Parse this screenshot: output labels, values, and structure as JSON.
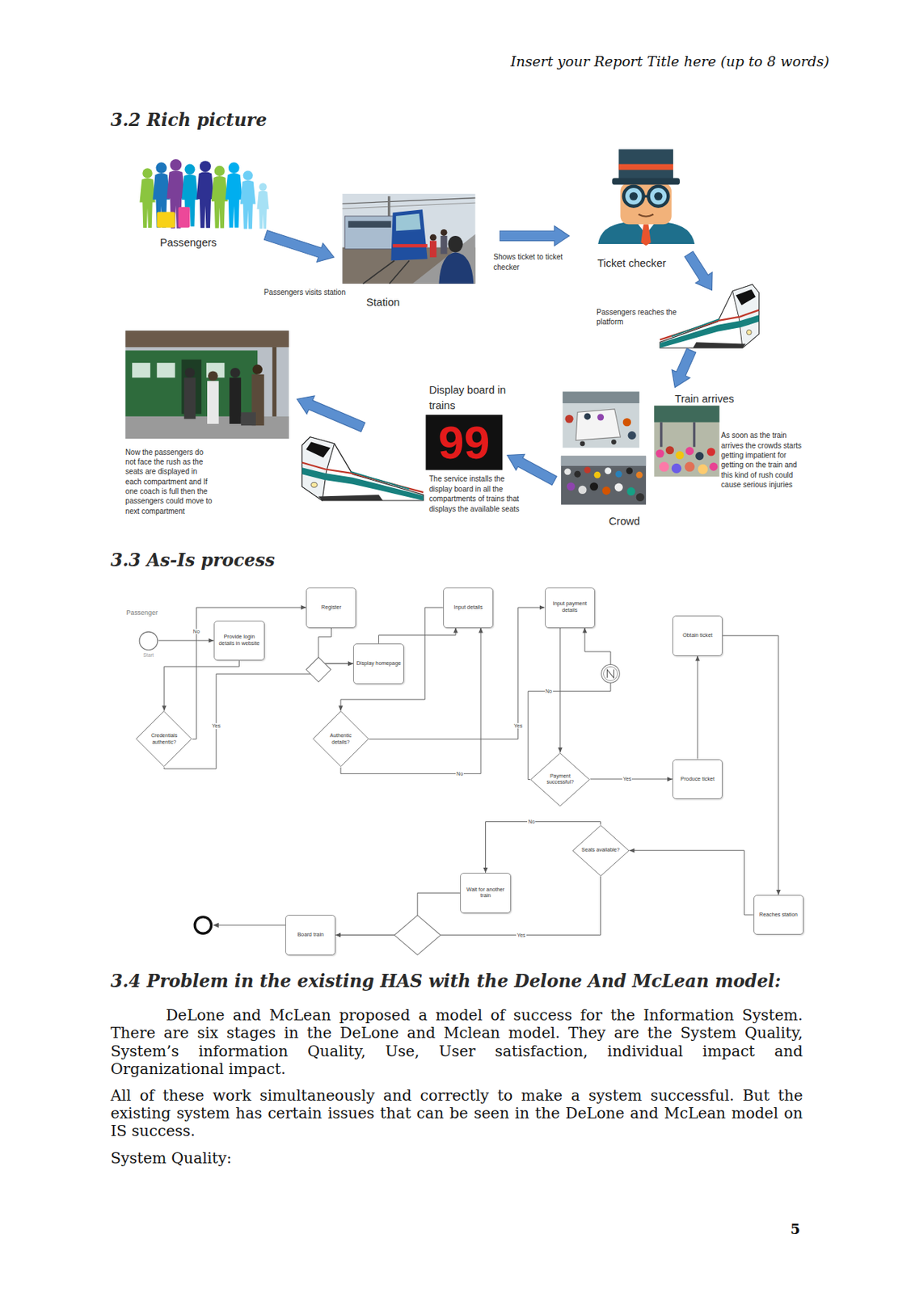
{
  "diagram": {
    "nodes": [
      {
        "text": [
          "Start"
        ]
      },
      {
        "text": [
          "Provide login details in website"
        ]
      },
      {
        "text": [
          "Register"
        ]
      },
      {
        "text": [
          "Input details"
        ]
      },
      {
        "text": [
          "Display homepage"
        ]
      },
      {
        "text": [
          "Input payment details"
        ]
      },
      {
        "text": [
          "Obtain ticket"
        ]
      },
      {
        "text": [
          "Credentials authentic?"
        ]
      },
      {
        "text": [
          "Authentic details?"
        ]
      },
      {
        "text": [
          "Payment successful?"
        ]
      },
      {
        "text": [
          "Produce ticket"
        ]
      },
      {
        "text": [
          "Seats available?"
        ]
      },
      {
        "text": [
          "Wait for another train"
        ]
      },
      {
        "text": [
          "Reaches station"
        ]
      },
      {
        "text": [
          "Board train"
        ]
      }
    ],
    "edges": [
      {
        "from": 0,
        "to": 1,
        "arrow": "to"
      },
      {
        "from": 1,
        "to": 7,
        "arrow": "to"
      },
      {
        "from": 7,
        "to": 2,
        "label": "No",
        "arrow": "to"
      },
      {
        "from": 7,
        "to": 4,
        "label": "Yes",
        "arrow": "to"
      },
      {
        "from": 2,
        "to": 4,
        "arrow": "to"
      },
      {
        "from": 4,
        "to": 3,
        "arrow": "to"
      },
      {
        "from": 3,
        "to": 8,
        "arrow": "to"
      },
      {
        "from": 8,
        "to": 3,
        "label": "No",
        "arrow": "to"
      },
      {
        "from": 8,
        "to": 5,
        "label": "Yes",
        "arrow": "to"
      },
      {
        "from": 5,
        "to": 9,
        "arrow": "to"
      },
      {
        "from": 9,
        "to": 5,
        "label": "No",
        "arrow": "to"
      },
      {
        "from": 9,
        "to": 10,
        "label": "Yes",
        "arrow": "to"
      },
      {
        "from": 10,
        "to": 6,
        "arrow": "to"
      },
      {
        "from": 6,
        "to": 13,
        "arrow": "to"
      },
      {
        "from": 13,
        "to": 11,
        "arrow": "to"
      },
      {
        "from": 11,
        "to": 12,
        "label": "No",
        "arrow": "to"
      },
      {
        "from": 11,
        "to": 14,
        "label": "Yes",
        "arrow": "to"
      },
      {
        "from": 12,
        "to": 14,
        "arrow": "to"
      }
    ],
    "labels": [
      "Insert your Report Title here (up to 8 words)",
      "3.2 Rich picture",
      "Passengers",
      "Passengers visits station",
      "Station",
      "Shows ticket to ticket checker",
      "Ticket checker",
      "Passengers reaches the platform",
      "Train arrives",
      "As soon as the train arrives the crowds starts getting impatient for getting on the train and this kind of rush could cause serious injuries",
      "Crowd",
      "Display board in trains",
      "99",
      "The service installs the display board in all the compartments of trains that displays the available seats",
      "Now the passengers do not face the rush as the seats are displayed in each compartment and If one coach is full then the passengers could move to next compartment",
      "3.3 As-Is process",
      "Passenger",
      "3.4 Problem in the existing HAS with the Delone And McLean model:",
      "DeLone and McLean proposed a model of success for the Information System. There are six stages in the DeLone and Mclean model. They are the System Quality, System’s information Quality, Use, User satisfaction, individual impact and Organizational impact.",
      "All of these work simultaneously and correctly to make a system successful. But the existing system has certain issues that can be seen in the DeLone and McLean model on IS success.",
      "System Quality:",
      "5"
    ]
  }
}
